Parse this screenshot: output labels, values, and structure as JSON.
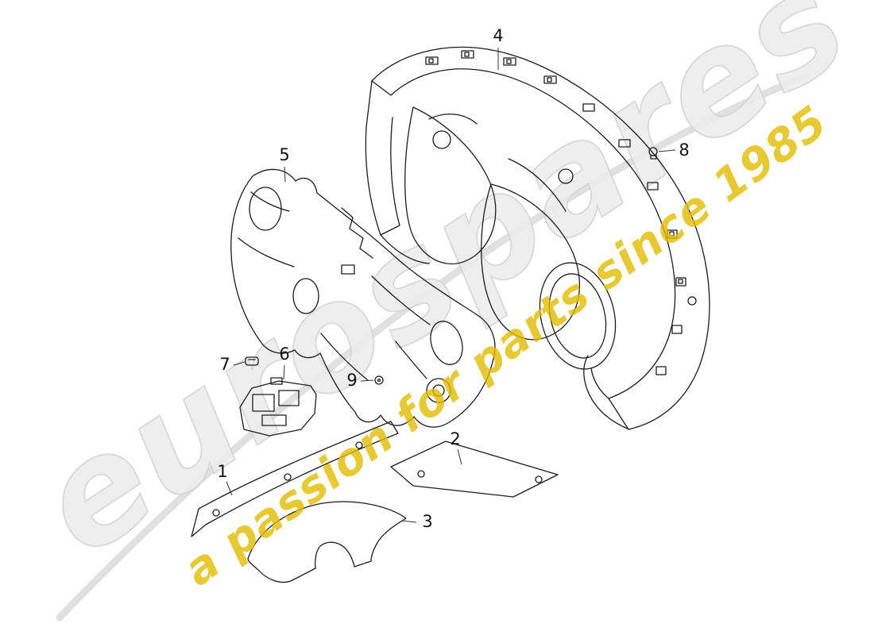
{
  "watermark": {
    "brand": "eurospares",
    "tagline": "a passion for parts since 1985",
    "brand_fill": "#ededed",
    "brand_outline": "#d6d6d6",
    "tagline_color": "#e3bc00",
    "swoosh_color": "#e0e0e0"
  },
  "diagram": {
    "line_color": "#1c1c1c"
  },
  "callouts": [
    {
      "label": "1"
    },
    {
      "label": "2"
    },
    {
      "label": "3"
    },
    {
      "label": "4"
    },
    {
      "label": "5"
    },
    {
      "label": "6"
    },
    {
      "label": "7"
    },
    {
      "label": "8"
    },
    {
      "label": "9"
    }
  ]
}
